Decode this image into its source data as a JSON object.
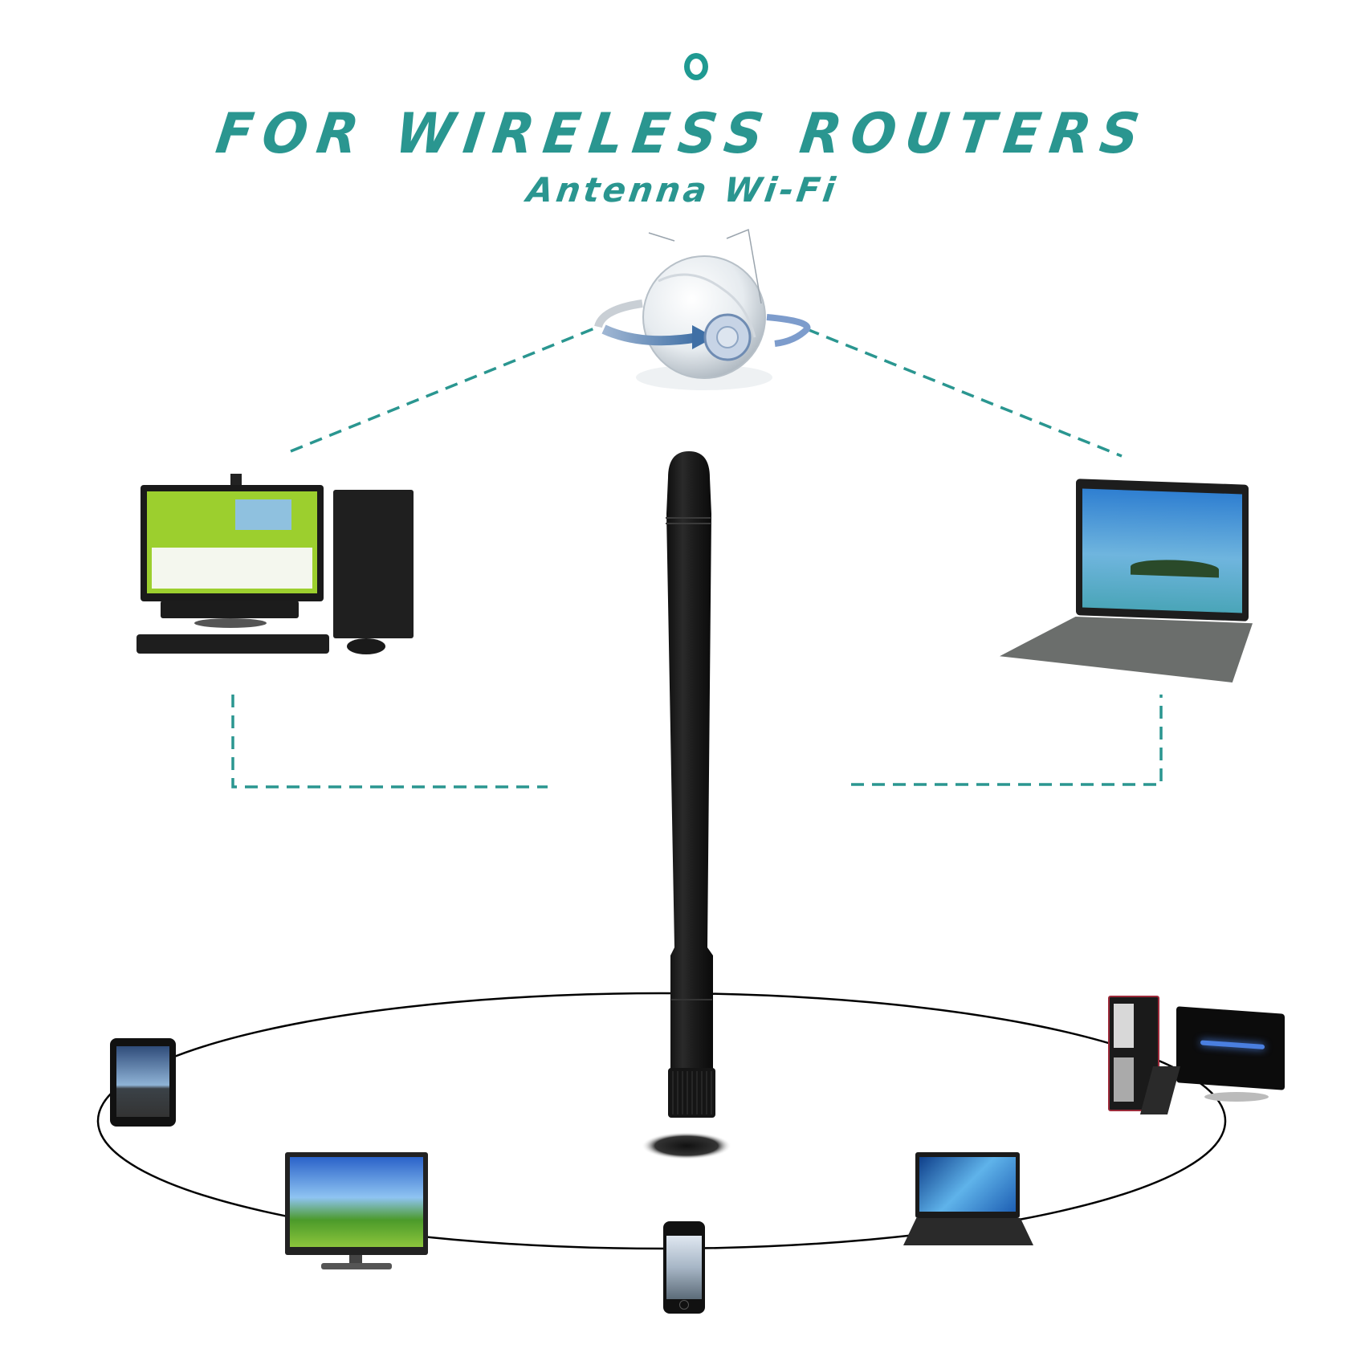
{
  "header": {
    "title": "FOR WIRELESS ROUTERS",
    "subtitle": "Antenna Wi-Fi",
    "accent_color": "#2a9690",
    "decor_icon": "ring-icon"
  },
  "center": {
    "hub_icon": "globe-network-icon",
    "product": "wifi-antenna",
    "product_color": "#1b1b1b"
  },
  "top_devices": [
    {
      "name": "desktop-computer",
      "icon": "desktop-pc-icon",
      "position": "left"
    },
    {
      "name": "laptop",
      "icon": "laptop-icon",
      "position": "right"
    }
  ],
  "bottom_devices": [
    {
      "name": "tablet",
      "icon": "tablet-icon"
    },
    {
      "name": "television",
      "icon": "tv-icon"
    },
    {
      "name": "smartphone",
      "icon": "smartphone-icon"
    },
    {
      "name": "laptop",
      "icon": "laptop-icon"
    },
    {
      "name": "desktop-computer",
      "icon": "desktop-pc-icon"
    }
  ],
  "connectors": {
    "style": "dashed",
    "color": "#2a9690",
    "ring_color": "#000000"
  }
}
